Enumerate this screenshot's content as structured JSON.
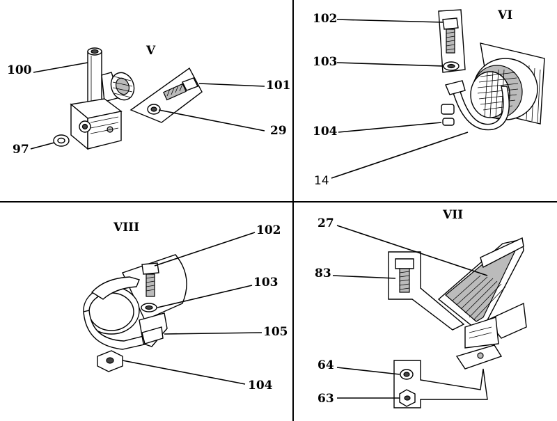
{
  "panels": {
    "v": {
      "roman": "V",
      "labels": {
        "l100": "100",
        "l101": "101",
        "l29": "29",
        "l97": "97"
      }
    },
    "vi": {
      "roman": "VI",
      "labels": {
        "l102": "102",
        "l103": "103",
        "l104": "104",
        "l14": "14"
      }
    },
    "viii": {
      "roman": "VIII",
      "labels": {
        "l102": "102",
        "l103": "103",
        "l105": "105",
        "l104": "104"
      }
    },
    "vii": {
      "roman": "VII",
      "labels": {
        "l27": "27",
        "l83": "83",
        "l64": "64",
        "l63": "63"
      }
    }
  }
}
